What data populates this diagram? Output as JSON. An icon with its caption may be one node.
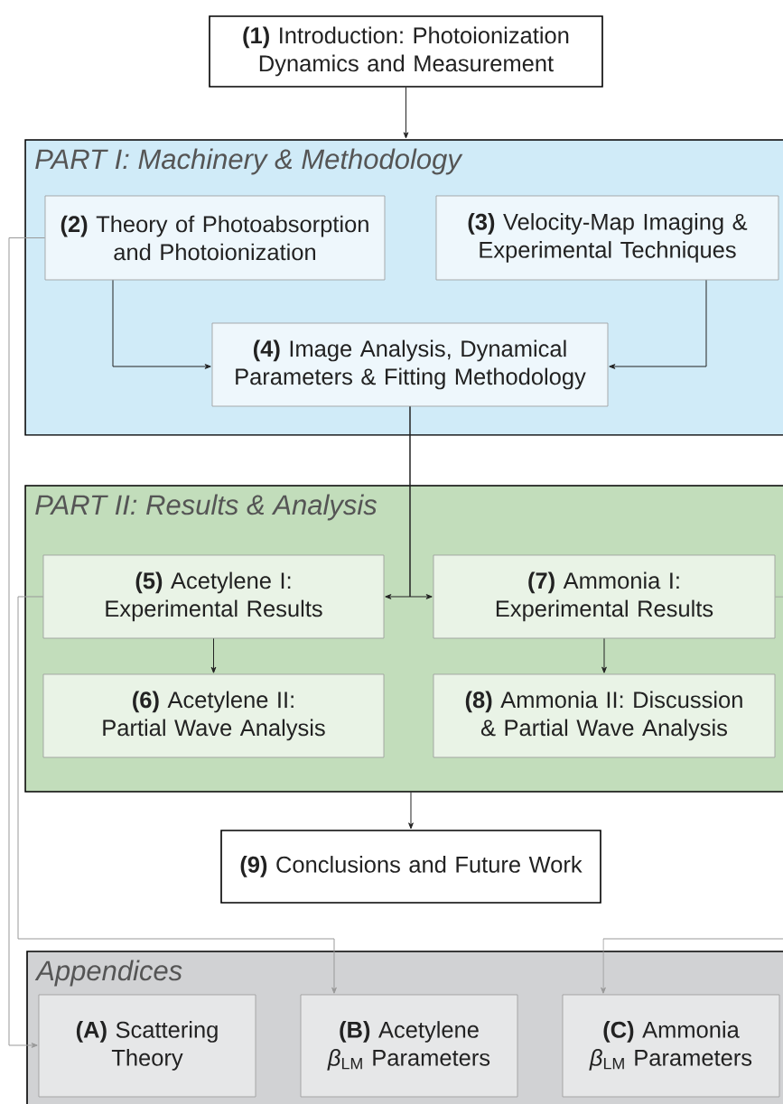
{
  "diagram": {
    "nodes": [
      {
        "text": [
          "**(1)** Introduction: Photoionization Dynamics and Measurement"
        ]
      },
      {
        "text": [
          "PART I: Machinery & Methodology"
        ]
      },
      {
        "text": [
          "**(2)** Theory of Photoabsorption and Photoionization"
        ],
        "in": 1
      },
      {
        "text": [
          "**(3)** Velocity-Map Imaging & Experimental Techniques"
        ],
        "in": 1
      },
      {
        "text": [
          "**(4)** Image Analysis, Dynamical Parameters & Fitting Methodology"
        ],
        "in": 1
      },
      {
        "text": [
          "PART II: Results & Analysis"
        ]
      },
      {
        "text": [
          "**(5)** Acetylene I: Experimental Results"
        ],
        "in": 5
      },
      {
        "text": [
          "**(6)** Acetylene II: Partial Wave Analysis"
        ],
        "in": 5
      },
      {
        "text": [
          "**(7)** Ammonia I: Experimental Results"
        ],
        "in": 5
      },
      {
        "text": [
          "**(8)** Ammonia II: Discussion & Partial Wave Analysis"
        ],
        "in": 5
      },
      {
        "text": [
          "**(9)** Conclusions and Future Work"
        ]
      },
      {
        "text": [
          "Appendices"
        ]
      },
      {
        "text": [
          "**(A)** Scattering Theory"
        ],
        "in": 11
      },
      {
        "text": [
          "**(B)** Acetylene *β*$_{LM}$ Parameters"
        ],
        "in": 11
      },
      {
        "text": [
          "**(C)** Ammonia *β*$_{LM}$ Parameters"
        ],
        "in": 11
      }
    ],
    "edges": [
      {
        "from": 0,
        "to": 1,
        "arrow": "to"
      },
      {
        "from": 2,
        "to": 4,
        "arrow": "to"
      },
      {
        "from": 3,
        "to": 4,
        "arrow": "to"
      },
      {
        "from": 4,
        "to": 6,
        "arrow": "to"
      },
      {
        "from": 4,
        "to": 8,
        "arrow": "to"
      },
      {
        "from": 6,
        "to": 7,
        "arrow": "to"
      },
      {
        "from": 8,
        "to": 9,
        "arrow": "to"
      },
      {
        "from": 5,
        "to": 10,
        "arrow": "to"
      },
      {
        "from": 2,
        "to": 12,
        "arrow": "to",
        "color": "#999999"
      },
      {
        "from": 6,
        "to": 13,
        "arrow": "to",
        "color": "#999999"
      },
      {
        "from": 8,
        "to": 14,
        "arrow": "to",
        "color": "#999999"
      }
    ]
  }
}
